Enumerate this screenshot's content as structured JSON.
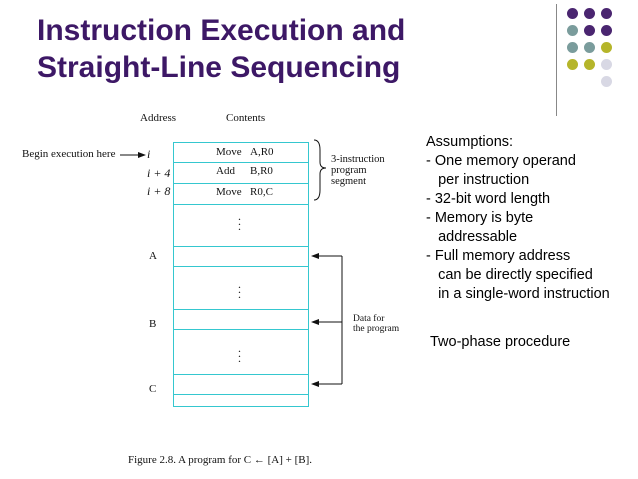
{
  "title": {
    "line1": "Instruction Execution and",
    "line2": "Straight-Line Sequencing"
  },
  "decor": {
    "dot_colors": [
      "#4a2570",
      "#7a9c9c",
      "#b5b52a",
      "#d8d8e4"
    ]
  },
  "figure": {
    "header_address": "Address",
    "header_contents": "Contents",
    "begin_label": "Begin execution here",
    "rows": [
      {
        "address": "i",
        "op": "Move",
        "args": "A,R0"
      },
      {
        "address": "i + 4",
        "op": "Add",
        "args": "B,R0"
      },
      {
        "address": "i + 8",
        "op": "Move",
        "args": "R0,C"
      }
    ],
    "segment_label_1": "3-instruction",
    "segment_label_2": "program",
    "segment_label_3": "segment",
    "addr_a": "A",
    "addr_b": "B",
    "addr_c": "C",
    "data_label_1": "Data for",
    "data_label_2": "the program",
    "caption": "Figure 2.8.   A program for C ← [A] + [B]."
  },
  "assumptions": {
    "heading": "Assumptions:",
    "lines": [
      "- One memory operand",
      "   per instruction",
      "- 32-bit word length",
      "- Memory is byte",
      "   addressable",
      "- Full memory address",
      "   can be directly specified",
      "   in a single-word instruction"
    ],
    "procedure": "Two-phase procedure"
  }
}
